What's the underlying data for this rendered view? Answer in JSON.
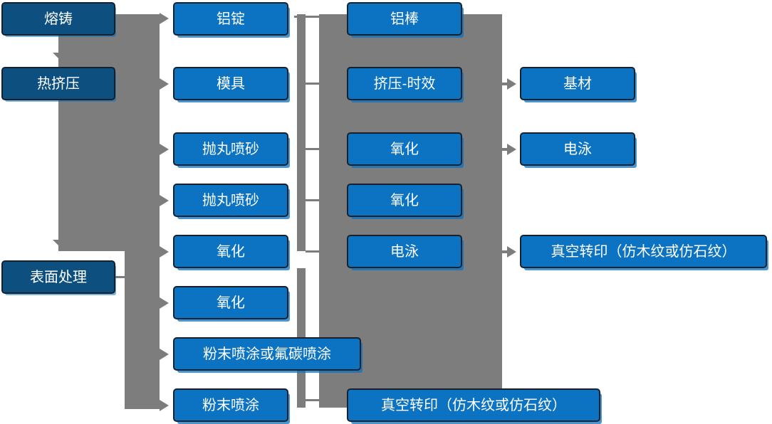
{
  "colors": {
    "node_blue": "#0b73c2",
    "node_dark_blue": "#0d5080",
    "node_border": "#15222e",
    "connector_gray": "#7d7d7d",
    "text_white": "#ffffff",
    "background": "#ffffff"
  },
  "nodes": [
    {
      "label": "熔铸"
    },
    {
      "label": "热挤压"
    },
    {
      "label": "表面处理"
    },
    {
      "label": "铝锭"
    },
    {
      "label": "模具"
    },
    {
      "label": "抛丸喷砂"
    },
    {
      "label": "抛丸喷砂"
    },
    {
      "label": "氧化"
    },
    {
      "label": "氧化"
    },
    {
      "label": "粉末喷涂或氟碳喷涂"
    },
    {
      "label": "粉末喷涂"
    },
    {
      "label": "铝棒"
    },
    {
      "label": "挤压-时效"
    },
    {
      "label": "氧化"
    },
    {
      "label": "氧化"
    },
    {
      "label": "电泳"
    },
    {
      "label": "真空转印（仿木纹或仿石纹）"
    },
    {
      "label": "基材"
    },
    {
      "label": "电泳"
    },
    {
      "label": "真空转印（仿木纹或仿石纹）"
    }
  ],
  "arrows": {
    "down_arrow_targets": [
      "热挤压",
      "表面处理"
    ],
    "left_bar_targets": [
      "铝锭",
      "模具",
      "抛丸喷砂",
      "抛丸喷砂",
      "氧化",
      "氧化",
      "粉末喷涂或氟碳喷涂",
      "粉末喷涂"
    ],
    "middle_block_targets": [
      "基材",
      "电泳",
      "真空转印（仿木纹或仿石纹）"
    ]
  }
}
